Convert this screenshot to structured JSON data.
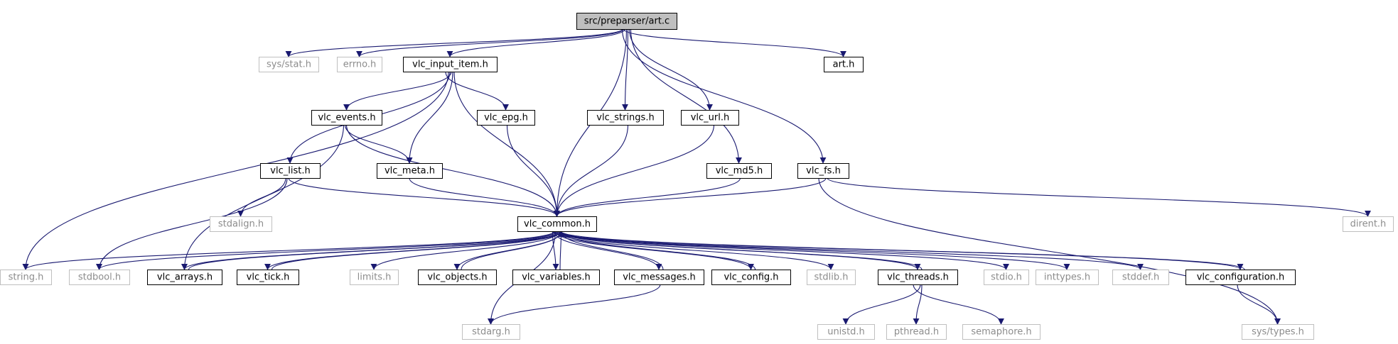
{
  "title": "src/preparser/art.c",
  "colors": {
    "edge": "#191970",
    "root_fill": "#bfbfbf",
    "sys_border": "#bfbfbf",
    "sys_text": "#8c8c8c"
  },
  "nodes": [
    {
      "id": "art_c",
      "label": "src/preparser/art.c",
      "kind": "root"
    },
    {
      "id": "sys_stat_h",
      "label": "sys/stat.h",
      "kind": "sys"
    },
    {
      "id": "errno_h",
      "label": "errno.h",
      "kind": "sys"
    },
    {
      "id": "vlc_input_item_h",
      "label": "vlc_input_item.h",
      "kind": "doc"
    },
    {
      "id": "art_h",
      "label": "art.h",
      "kind": "doc"
    },
    {
      "id": "vlc_events_h",
      "label": "vlc_events.h",
      "kind": "doc"
    },
    {
      "id": "vlc_epg_h",
      "label": "vlc_epg.h",
      "kind": "doc"
    },
    {
      "id": "vlc_strings_h",
      "label": "vlc_strings.h",
      "kind": "doc"
    },
    {
      "id": "vlc_url_h",
      "label": "vlc_url.h",
      "kind": "doc"
    },
    {
      "id": "vlc_list_h",
      "label": "vlc_list.h",
      "kind": "doc"
    },
    {
      "id": "vlc_meta_h",
      "label": "vlc_meta.h",
      "kind": "doc"
    },
    {
      "id": "vlc_md5_h",
      "label": "vlc_md5.h",
      "kind": "doc"
    },
    {
      "id": "vlc_fs_h",
      "label": "vlc_fs.h",
      "kind": "doc"
    },
    {
      "id": "stdalign_h",
      "label": "stdalign.h",
      "kind": "sys"
    },
    {
      "id": "vlc_common_h",
      "label": "vlc_common.h",
      "kind": "doc"
    },
    {
      "id": "dirent_h",
      "label": "dirent.h",
      "kind": "sys"
    },
    {
      "id": "string_h",
      "label": "string.h",
      "kind": "sys"
    },
    {
      "id": "stdbool_h",
      "label": "stdbool.h",
      "kind": "sys"
    },
    {
      "id": "vlc_arrays_h",
      "label": "vlc_arrays.h",
      "kind": "doc"
    },
    {
      "id": "vlc_tick_h",
      "label": "vlc_tick.h",
      "kind": "doc"
    },
    {
      "id": "limits_h",
      "label": "limits.h",
      "kind": "sys"
    },
    {
      "id": "vlc_objects_h",
      "label": "vlc_objects.h",
      "kind": "doc"
    },
    {
      "id": "vlc_variables_h",
      "label": "vlc_variables.h",
      "kind": "doc"
    },
    {
      "id": "vlc_messages_h",
      "label": "vlc_messages.h",
      "kind": "doc"
    },
    {
      "id": "vlc_config_h",
      "label": "vlc_config.h",
      "kind": "doc"
    },
    {
      "id": "stdlib_h",
      "label": "stdlib.h",
      "kind": "sys"
    },
    {
      "id": "vlc_threads_h",
      "label": "vlc_threads.h",
      "kind": "doc"
    },
    {
      "id": "stdio_h",
      "label": "stdio.h",
      "kind": "sys"
    },
    {
      "id": "inttypes_h",
      "label": "inttypes.h",
      "kind": "sys"
    },
    {
      "id": "stddef_h",
      "label": "stddef.h",
      "kind": "sys"
    },
    {
      "id": "vlc_configuration_h",
      "label": "vlc_configuration.h",
      "kind": "doc"
    },
    {
      "id": "stdarg_h",
      "label": "stdarg.h",
      "kind": "sys"
    },
    {
      "id": "unistd_h",
      "label": "unistd.h",
      "kind": "sys"
    },
    {
      "id": "pthread_h",
      "label": "pthread.h",
      "kind": "sys"
    },
    {
      "id": "semaphore_h",
      "label": "semaphore.h",
      "kind": "sys"
    },
    {
      "id": "sys_types_h",
      "label": "sys/types.h",
      "kind": "sys"
    }
  ],
  "edges": [
    [
      "art_c",
      "sys_stat_h"
    ],
    [
      "art_c",
      "errno_h"
    ],
    [
      "art_c",
      "vlc_input_item_h"
    ],
    [
      "art_c",
      "vlc_common_h"
    ],
    [
      "art_c",
      "vlc_strings_h"
    ],
    [
      "art_c",
      "vlc_url_h"
    ],
    [
      "art_c",
      "vlc_md5_h"
    ],
    [
      "art_c",
      "vlc_fs_h"
    ],
    [
      "art_c",
      "art_h"
    ],
    [
      "vlc_input_item_h",
      "string_h"
    ],
    [
      "vlc_input_item_h",
      "vlc_list_h"
    ],
    [
      "vlc_input_item_h",
      "vlc_events_h"
    ],
    [
      "vlc_input_item_h",
      "vlc_meta_h"
    ],
    [
      "vlc_input_item_h",
      "vlc_common_h"
    ],
    [
      "vlc_input_item_h",
      "vlc_epg_h"
    ],
    [
      "vlc_events_h",
      "vlc_arrays_h"
    ],
    [
      "vlc_events_h",
      "vlc_meta_h"
    ],
    [
      "vlc_events_h",
      "vlc_common_h"
    ],
    [
      "vlc_epg_h",
      "vlc_common_h"
    ],
    [
      "vlc_strings_h",
      "vlc_common_h"
    ],
    [
      "vlc_url_h",
      "vlc_common_h"
    ],
    [
      "vlc_list_h",
      "stdalign_h"
    ],
    [
      "vlc_list_h",
      "stdbool_h"
    ],
    [
      "vlc_list_h",
      "vlc_common_h"
    ],
    [
      "vlc_meta_h",
      "vlc_common_h"
    ],
    [
      "vlc_md5_h",
      "vlc_common_h"
    ],
    [
      "vlc_fs_h",
      "vlc_common_h"
    ],
    [
      "vlc_fs_h",
      "dirent_h"
    ],
    [
      "vlc_fs_h",
      "sys_types_h"
    ],
    [
      "vlc_common_h",
      "string_h"
    ],
    [
      "vlc_common_h",
      "stdbool_h"
    ],
    [
      "vlc_common_h",
      "vlc_arrays_h"
    ],
    [
      "vlc_common_h",
      "vlc_tick_h"
    ],
    [
      "vlc_common_h",
      "limits_h"
    ],
    [
      "vlc_common_h",
      "vlc_objects_h"
    ],
    [
      "vlc_common_h",
      "vlc_variables_h"
    ],
    [
      "vlc_common_h",
      "vlc_messages_h"
    ],
    [
      "vlc_common_h",
      "vlc_config_h"
    ],
    [
      "vlc_common_h",
      "stdlib_h"
    ],
    [
      "vlc_common_h",
      "vlc_threads_h"
    ],
    [
      "vlc_common_h",
      "stdio_h"
    ],
    [
      "vlc_common_h",
      "inttypes_h"
    ],
    [
      "vlc_common_h",
      "stddef_h"
    ],
    [
      "vlc_common_h",
      "vlc_configuration_h"
    ],
    [
      "vlc_common_h",
      "stdarg_h"
    ],
    [
      "vlc_arrays_h",
      "vlc_common_h"
    ],
    [
      "vlc_tick_h",
      "vlc_common_h"
    ],
    [
      "vlc_objects_h",
      "vlc_common_h"
    ],
    [
      "vlc_variables_h",
      "vlc_common_h"
    ],
    [
      "vlc_messages_h",
      "vlc_common_h"
    ],
    [
      "vlc_config_h",
      "vlc_common_h"
    ],
    [
      "vlc_threads_h",
      "vlc_common_h"
    ],
    [
      "vlc_configuration_h",
      "vlc_common_h"
    ],
    [
      "vlc_messages_h",
      "stdarg_h"
    ],
    [
      "vlc_threads_h",
      "unistd_h"
    ],
    [
      "vlc_threads_h",
      "pthread_h"
    ],
    [
      "vlc_threads_h",
      "semaphore_h"
    ],
    [
      "vlc_configuration_h",
      "sys_types_h"
    ]
  ]
}
